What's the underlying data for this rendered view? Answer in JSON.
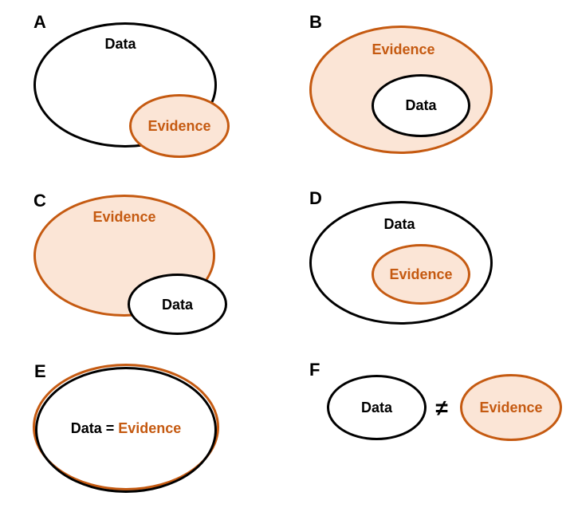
{
  "colors": {
    "orange": "#C55A11",
    "orange_fill": "#FBE5D6",
    "ink": "#000000",
    "background": "#FFFFFF"
  },
  "panels": [
    {
      "letter": "A",
      "outer_label": "Data",
      "inner_label": "Evidence"
    },
    {
      "letter": "B",
      "outer_label": "Evidence",
      "inner_label": "Data"
    },
    {
      "letter": "C",
      "outer_label": "Evidence",
      "inner_label": "Data"
    },
    {
      "letter": "D",
      "outer_label": "Data",
      "inner_label": "Evidence"
    },
    {
      "letter": "E",
      "equation": {
        "left": "Data",
        "operator": "=",
        "right": "Evidence"
      }
    },
    {
      "letter": "F",
      "left_label": "Data",
      "operator": "≠",
      "right_label": "Evidence"
    }
  ]
}
